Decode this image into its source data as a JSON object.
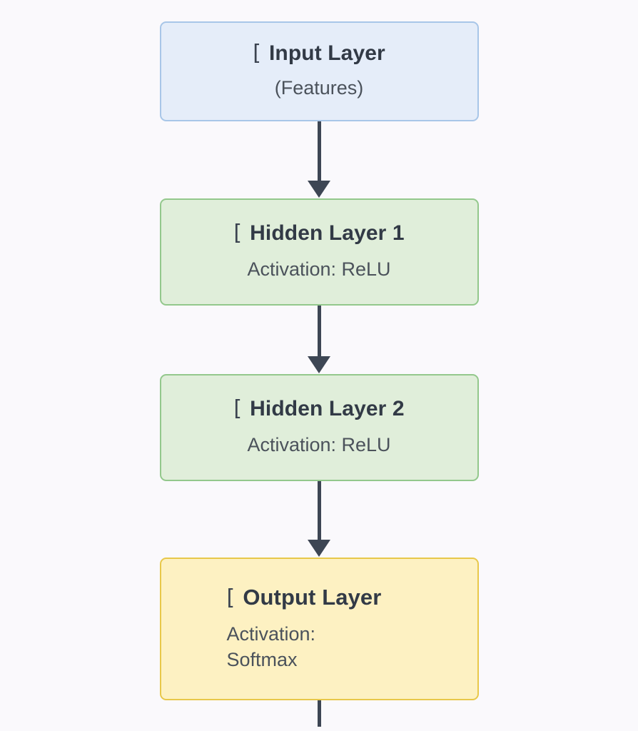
{
  "diagram": {
    "type": "flowchart",
    "orientation": "top-to-bottom",
    "background_color": "#faf9fc",
    "arrow_color": "#3d4654",
    "missing_glyph": "[",
    "nodes": [
      {
        "id": "input-layer",
        "title": "Input Layer",
        "subtitle": "(Features)",
        "fill": "#e5edf9",
        "border": "#a8c6e8"
      },
      {
        "id": "hidden-layer-1",
        "title": "Hidden Layer 1",
        "subtitle": "Activation: ReLU",
        "fill": "#e0eeda",
        "border": "#93c88c"
      },
      {
        "id": "hidden-layer-2",
        "title": "Hidden Layer 2",
        "subtitle": "Activation: ReLU",
        "fill": "#e0eeda",
        "border": "#93c88c"
      },
      {
        "id": "output-layer",
        "title": "Output Layer",
        "subtitle": "Activation: Softmax",
        "fill": "#fdf1c2",
        "border": "#e8c84a"
      }
    ]
  }
}
